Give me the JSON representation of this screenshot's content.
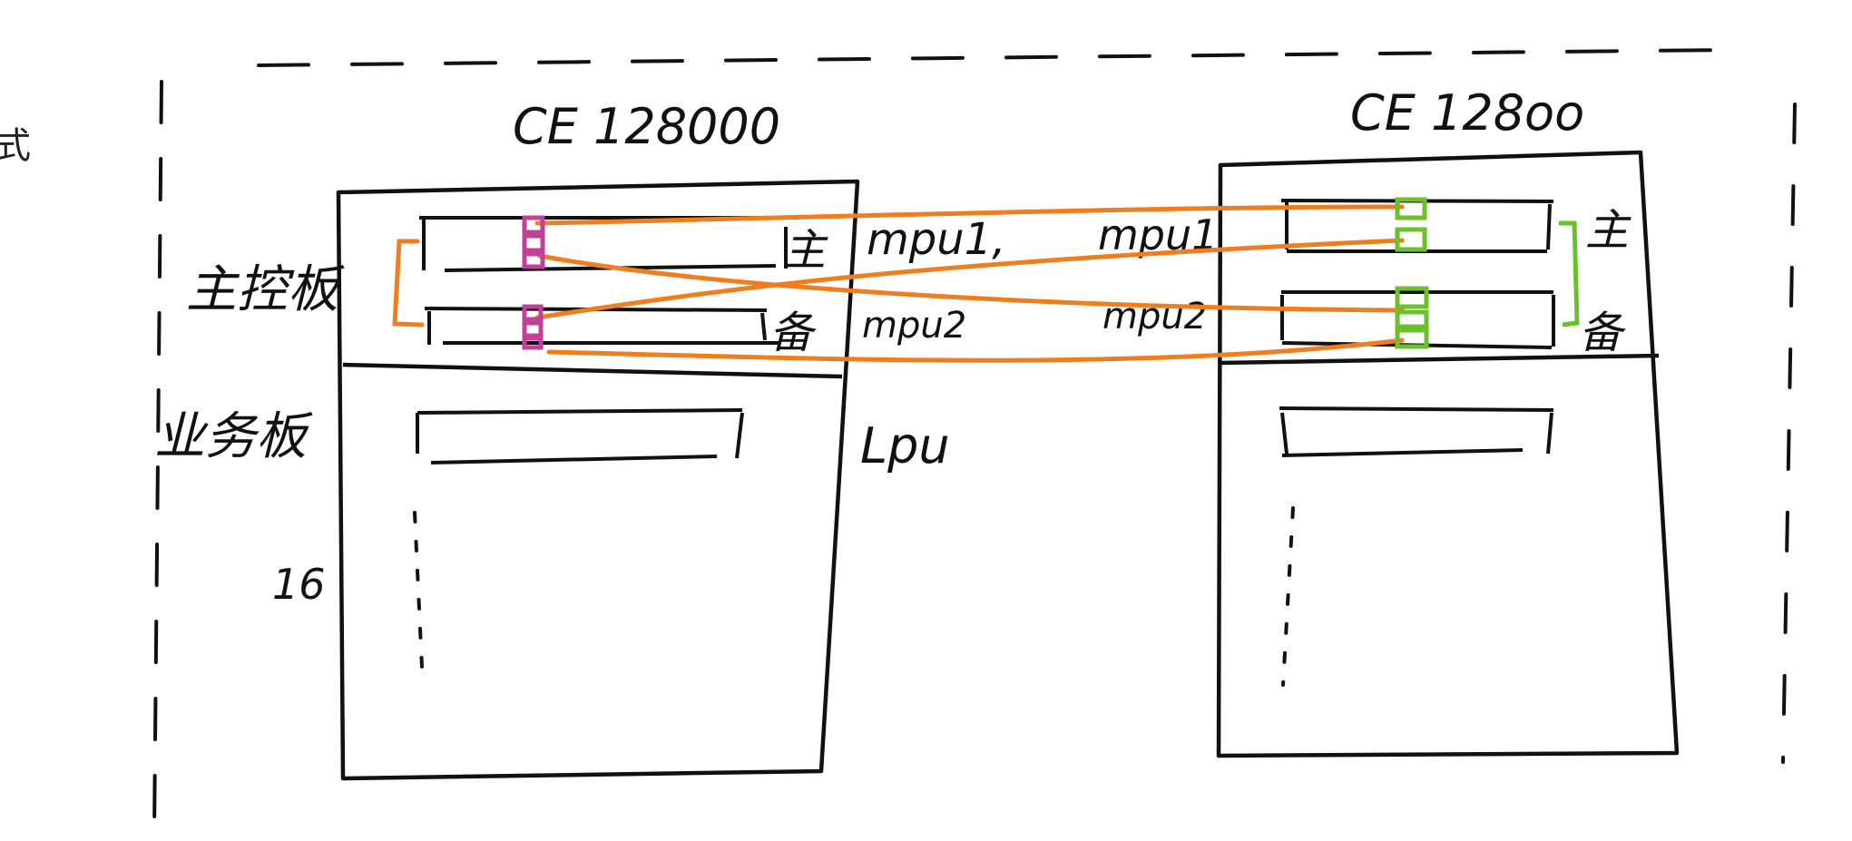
{
  "edge_text": "式",
  "left_chassis": {
    "title": "CE 128000",
    "row_labels": {
      "main_control": "主控板",
      "service": "业务板",
      "count": "16"
    },
    "slot_labels": {
      "primary": "主",
      "standby": "备"
    }
  },
  "right_chassis": {
    "title": "CE 128oo",
    "slot_labels": {
      "primary": "主",
      "standby": "备"
    }
  },
  "middle_labels": {
    "left_mpu1": "mpu1,",
    "left_mpu2": "mpu2",
    "right_mpu1": "mpu1",
    "right_mpu2": "mpu2",
    "lpu": "Lpu"
  },
  "colors": {
    "ink": "#111111",
    "link": "#f07d1e",
    "left_ports": "#c0409a",
    "right_ports": "#6cc02a"
  }
}
